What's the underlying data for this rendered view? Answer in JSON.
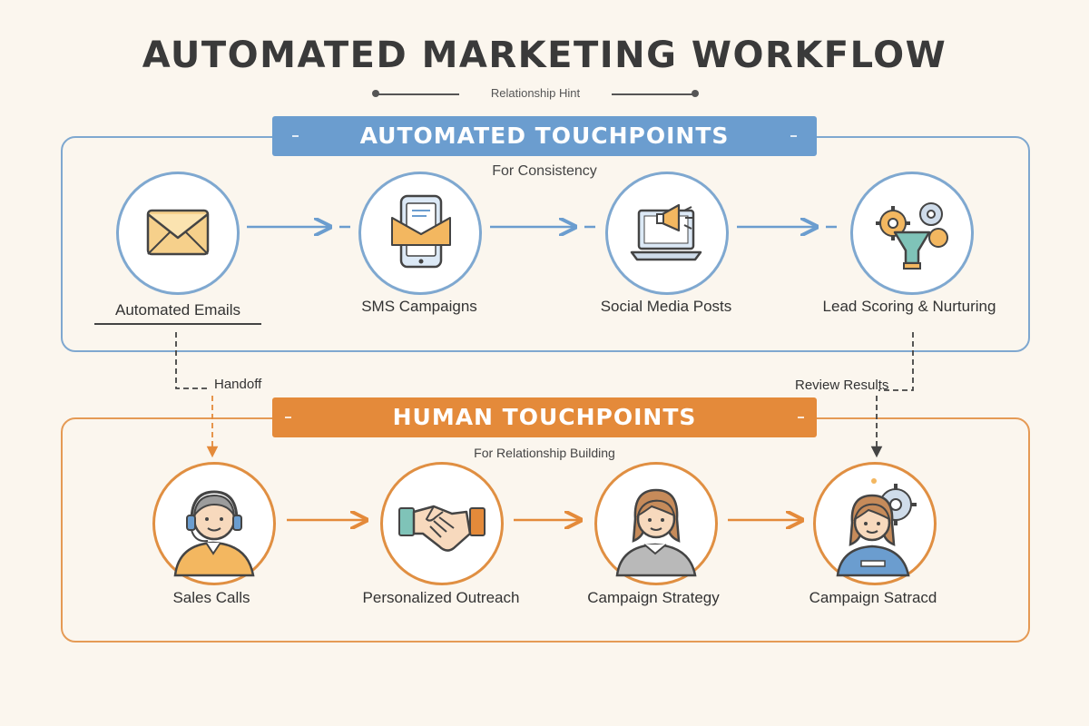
{
  "title": "AUTOMATED MARKETING WORKFLOW",
  "subtitle": "Relationship Hint",
  "colors": {
    "automated": "#6b9dcf",
    "human": "#e48a3a",
    "background": "#fbf6ee"
  },
  "automated": {
    "banner": "AUTOMATED TOUCHPOINTS",
    "subtitle": "For Consistency",
    "nodes": [
      {
        "label": "Automated Emails",
        "icon": "envelope-icon"
      },
      {
        "label": "SMS Campaigns",
        "icon": "phone-message-icon"
      },
      {
        "label": "Social Media Posts",
        "icon": "laptop-megaphone-icon"
      },
      {
        "label": "Lead Scoring & Nurturing",
        "icon": "gears-funnel-icon"
      }
    ]
  },
  "human": {
    "banner": "HUMAN TOUCHPOINTS",
    "subtitle": "For Relationship Building",
    "nodes": [
      {
        "label": "Sales Calls",
        "icon": "headset-agent-icon"
      },
      {
        "label": "Personalized Outreach",
        "icon": "handshake-icon"
      },
      {
        "label": "Campaign Strategy",
        "icon": "strategist-person-icon"
      },
      {
        "label": "Campaign Satracd",
        "icon": "person-gear-icon"
      }
    ]
  },
  "connectors": {
    "handoff": "Handoff",
    "review": "Review Results"
  }
}
